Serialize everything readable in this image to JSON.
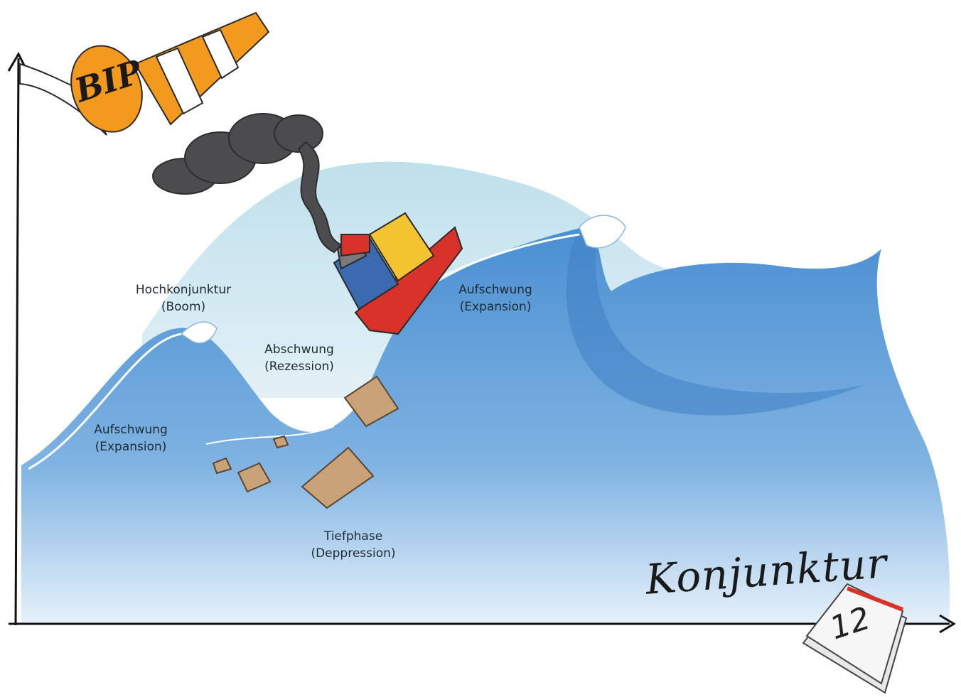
{
  "diagram": {
    "axis_y_label": "BIP",
    "axis_x_label": "Konjunktur",
    "calendar_day": "12",
    "phases": {
      "boom": {
        "line1": "Hochkonjunktur",
        "line2": "(Boom)"
      },
      "recession": {
        "line1": "Abschwung",
        "line2": "(Rezession)"
      },
      "expansion_right": {
        "line1": "Aufschwung",
        "line2": "(Expansion)"
      },
      "expansion_left": {
        "line1": "Aufschwung",
        "line2": "(Expansion)"
      },
      "depression": {
        "line1": "Tiefphase",
        "line2": "(Deppression)"
      }
    }
  },
  "colors": {
    "wave_main": "#5b9ad6",
    "wave_dark": "#3f7fc4",
    "wave_light": "#c9e3ef",
    "windsock_orange": "#f39a1e",
    "ship_red": "#d8322a",
    "smoke": "#4c4c4f",
    "box": "#c9a377"
  }
}
